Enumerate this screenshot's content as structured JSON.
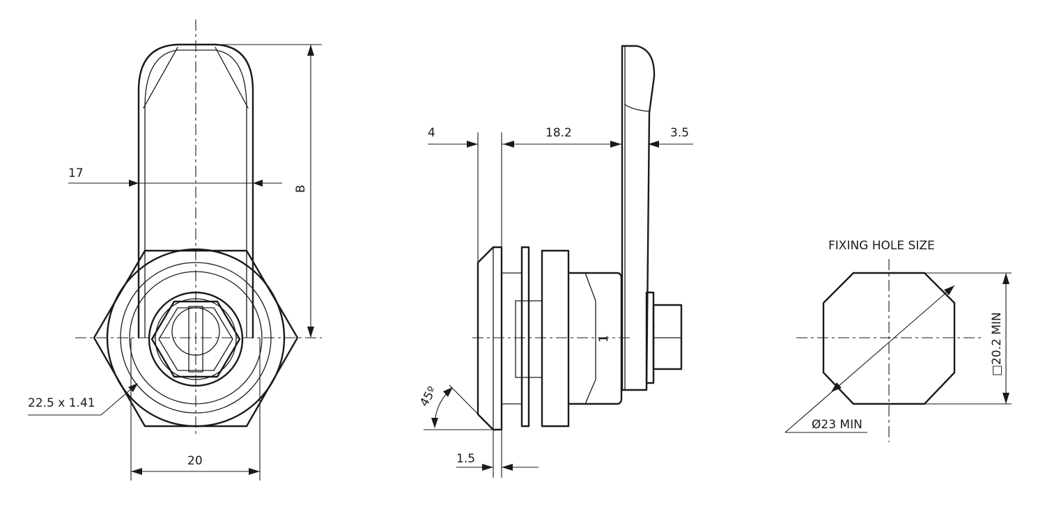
{
  "front_view": {
    "dim_width_arm": "17",
    "dim_length": "B",
    "dim_hex": "22.5 x 1.41",
    "dim_body": "20"
  },
  "side_view": {
    "dim_head": "4",
    "dim_shank": "18.2",
    "dim_cam": "3.5",
    "dim_chamfer_angle": "45º",
    "dim_panel": "1.5",
    "position_mark": "1"
  },
  "fixing_hole": {
    "title": "FIXING HOLE SIZE",
    "dim_flat": "□20.2 MIN",
    "dim_diameter": "Ø23 MIN"
  }
}
